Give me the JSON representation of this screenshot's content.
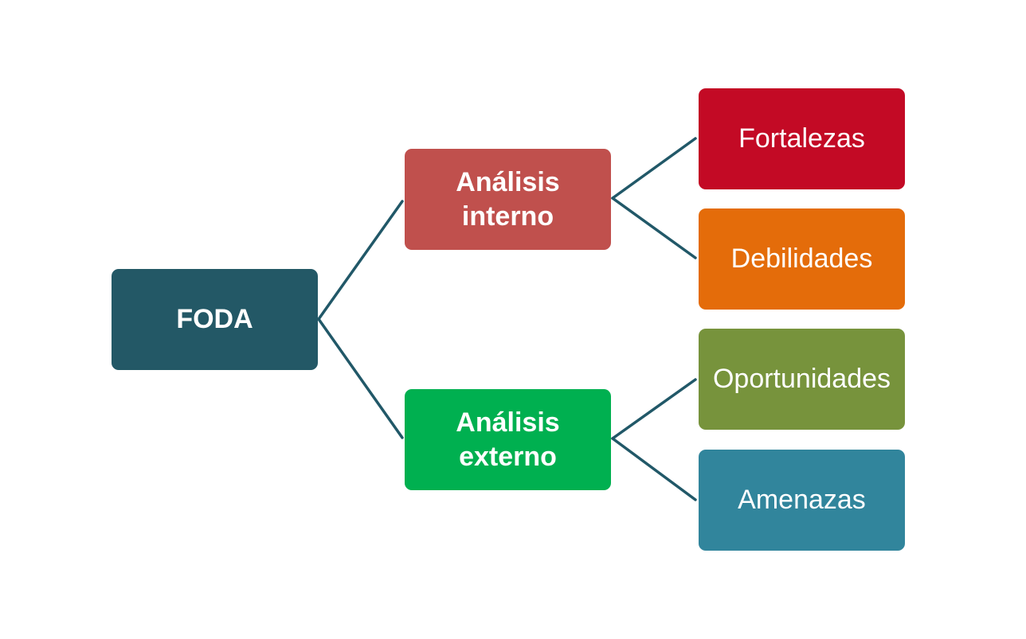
{
  "diagram": {
    "root": {
      "label": "FODA",
      "color": "#235866"
    },
    "branches": [
      {
        "label": "Análisis\ninterno",
        "color": "#C0504D",
        "children": [
          {
            "label": "Fortalezas",
            "color": "#C30A25"
          },
          {
            "label": "Debilidades",
            "color": "#E46C0A"
          }
        ]
      },
      {
        "label": "Análisis\nexterno",
        "color": "#00B050",
        "children": [
          {
            "label": "Oportunidades",
            "color": "#77933C"
          },
          {
            "label": "Amenazas",
            "color": "#31859C"
          }
        ]
      }
    ],
    "connector_color": "#215868"
  }
}
